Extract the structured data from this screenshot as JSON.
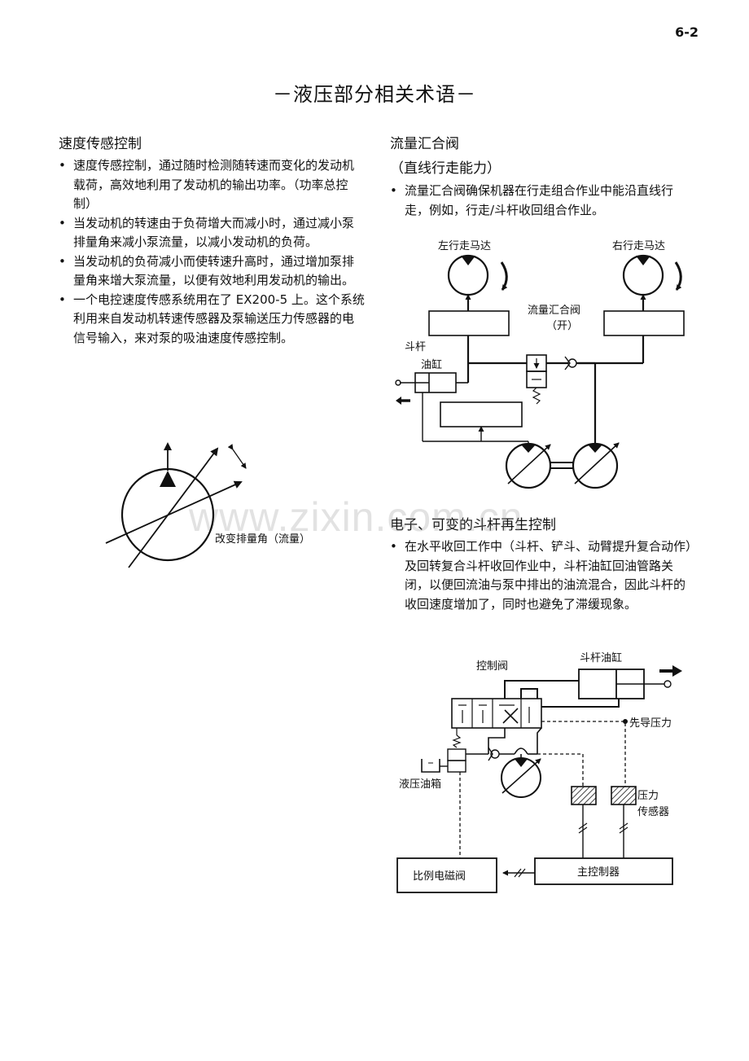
{
  "page_number": "6-2",
  "page_title": "－液压部分相关术语－",
  "left": {
    "title": "速度传感控制",
    "bullets": [
      "速度传感控制，通过随时检测随转速而变化的发动机载荷，高效地利用了发动机的输出功率。（功率总控制）",
      "当发动机的转速由于负荷增大而减小时，通过减小泵排量角来减小泵流量，以减小发动机的负荷。",
      "当发动机的负荷减小而使转速升高时，通过增加泵排量角来增大泵流量，以便有效地利用发动机的输出。",
      "一个电控速度传感系统用在了 EX200-5 上。这个系统利用来自发动机转速传感器及泵输送压力传感器的电信号输入，来对泵的吸油速度传感控制。"
    ],
    "diagram": {
      "label": "改变排量角（流量）"
    }
  },
  "right_top": {
    "title": "流量汇合阀",
    "subtitle": "（直线行走能力）",
    "bullets": [
      "流量汇合阀确保机器在行走组合作业中能沿直线行走，例如，行走/斗杆收回组合作业。"
    ],
    "diagram": {
      "left_motor": "左行走马达",
      "right_motor": "右行走马达",
      "valve_label": "流量汇合阀",
      "valve_state": "（开）",
      "cylinder_label_1": "斗杆",
      "cylinder_label_2": "油缸"
    }
  },
  "right_bottom": {
    "title": "电子、可变的斗杆再生控制",
    "bullets": [
      "在水平收回工作中（斗杆、铲斗、动臂提升复合动作）及回转复合斗杆收回作业中，斗杆油缸回油管路关闭，以便回流油与泵中排出的油流混合，因此斗杆的收回速度增加了，同时也避免了滞缓现象。"
    ],
    "diagram": {
      "control_valve": "控制阀",
      "arm_cylinder": "斗杆油缸",
      "pilot_pressure": "先导压力",
      "tank": "液压油箱",
      "sensor_1": "压力",
      "sensor_2": "传感器",
      "solenoid": "比例电磁阀",
      "controller": "主控制器"
    }
  },
  "watermark": "www.zixin.com.cn"
}
